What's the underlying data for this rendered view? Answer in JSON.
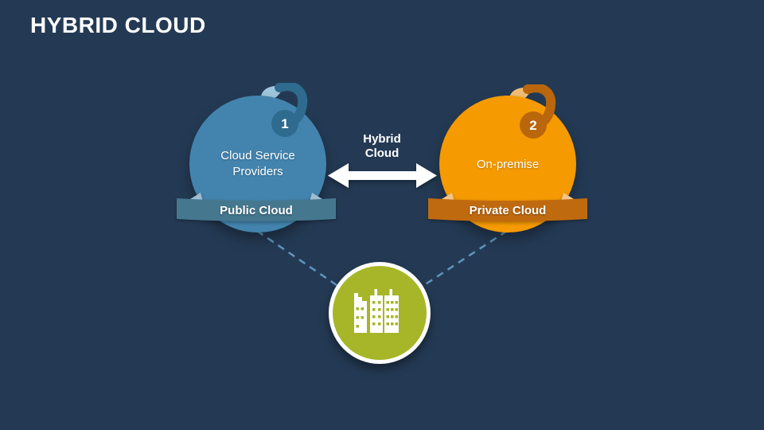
{
  "slide": {
    "title": "HYBRID CLOUD"
  },
  "colors": {
    "background": "#243A54",
    "text": "#FFFFFF",
    "public_main": "#4384AE",
    "public_dark": "#2E6B8E",
    "public_light": "#9FC6DC",
    "public_ribbon": "#45788F",
    "private_main": "#F59A00",
    "private_dark": "#BA660C",
    "private_light": "#F2BE75",
    "private_ribbon": "#C06A10",
    "datacenter_green": "#A6B628",
    "connector_dash": "#5E96BE",
    "arrow": "#FFFFFF"
  },
  "nodes": {
    "public_cloud": {
      "number": "1",
      "title": "Cloud Service Providers",
      "banner": "Public Cloud"
    },
    "private_cloud": {
      "number": "2",
      "title": "On-premise",
      "banner": "Private Cloud"
    },
    "hybrid_link": {
      "label": "Hybrid Cloud"
    },
    "datacenter": {
      "icon": "city-buildings-icon"
    }
  }
}
